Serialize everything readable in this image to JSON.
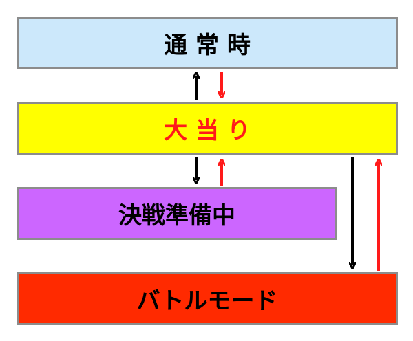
{
  "states": {
    "normal": {
      "label": "通 常 時",
      "fill": "#cce8fb",
      "text_color": "#000000"
    },
    "jackpot": {
      "label": "大 当 り",
      "fill": "#ffff00",
      "text_color": "#ff1a1a"
    },
    "prep": {
      "label": "決戦準備中",
      "fill": "#cc66ff",
      "text_color": "#000000"
    },
    "battle": {
      "label": "バトルモード",
      "fill": "#ff2a00",
      "text_color": "#000000"
    }
  },
  "arrow_colors": {
    "down": "#000000",
    "up": "#ff1a1a"
  }
}
